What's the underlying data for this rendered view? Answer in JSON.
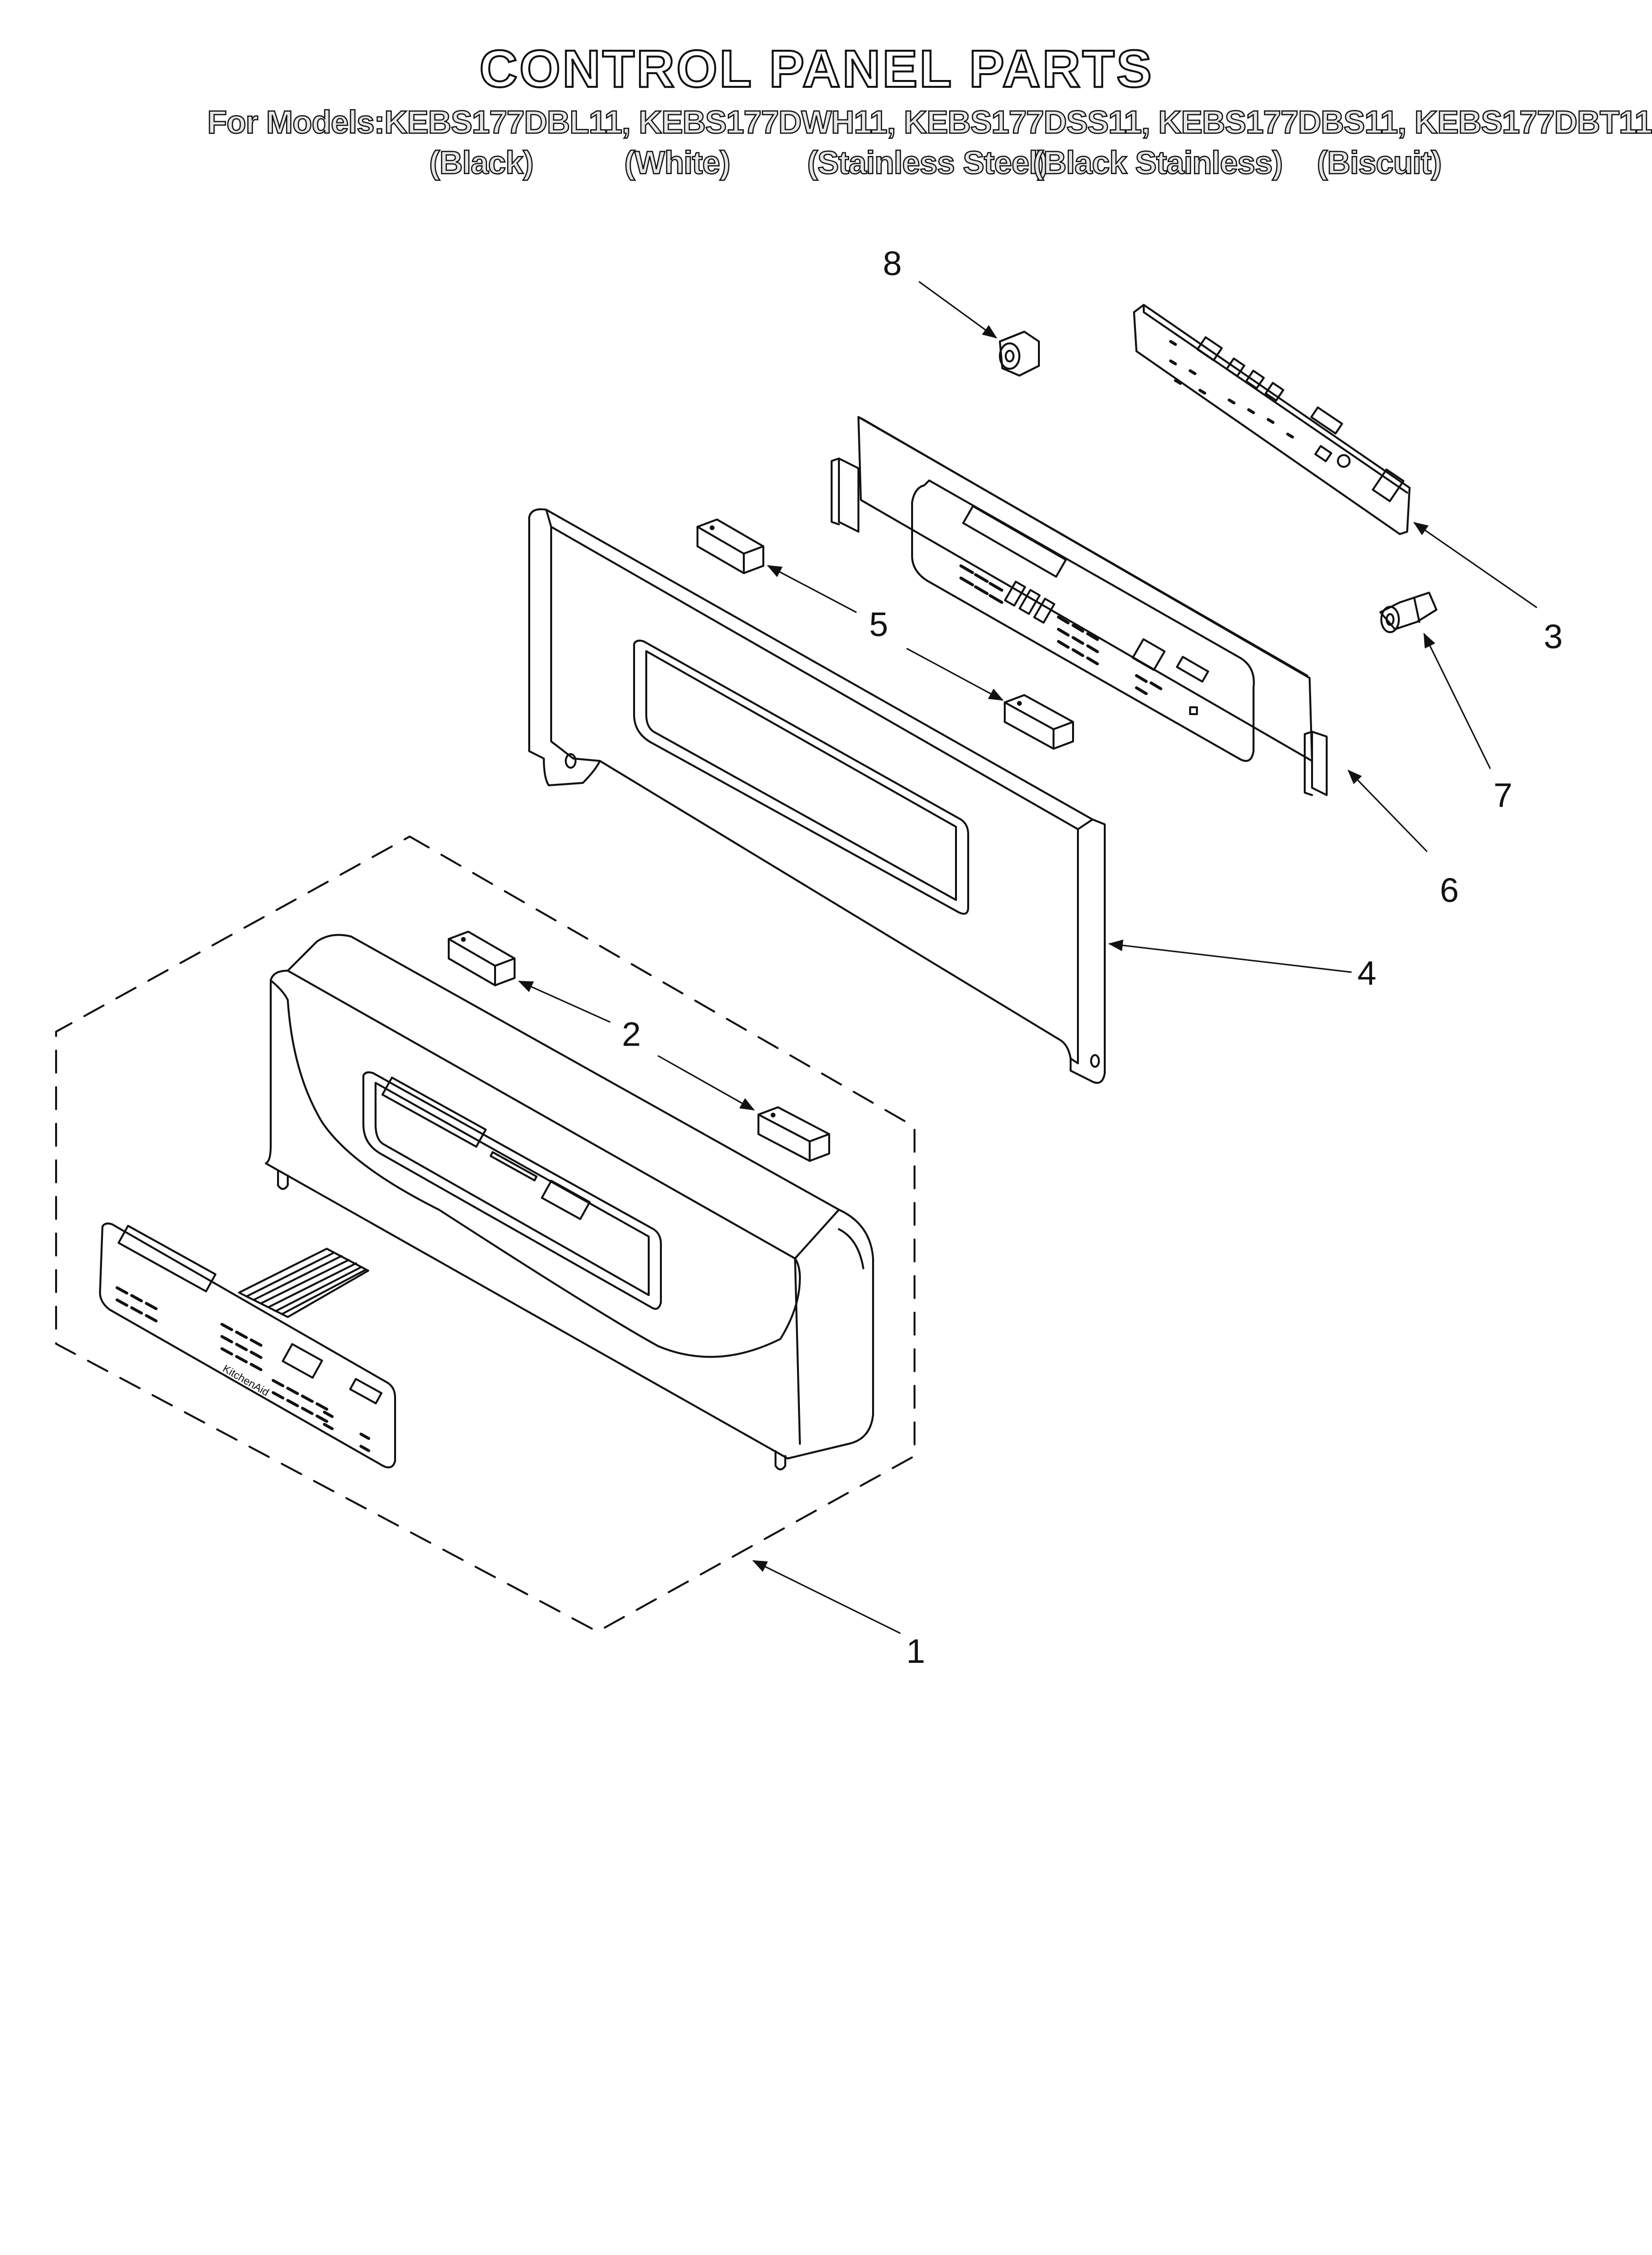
{
  "title": "CONTROL PANEL PARTS",
  "models_line": "For Models:KEBS177DBL11, KEBS177DWH11, KEBS177DSS11,  KEBS177DBS11, KEBS177DBT11",
  "colors": [
    "(Black)",
    "(White)",
    "(Stainless Steel)",
    "(Black Stainless)",
    "(Biscuit)"
  ],
  "callouts": [
    "8",
    "3",
    "5",
    "7",
    "6",
    "4",
    "2",
    "1"
  ],
  "overlay_brand": "KitchenAid"
}
